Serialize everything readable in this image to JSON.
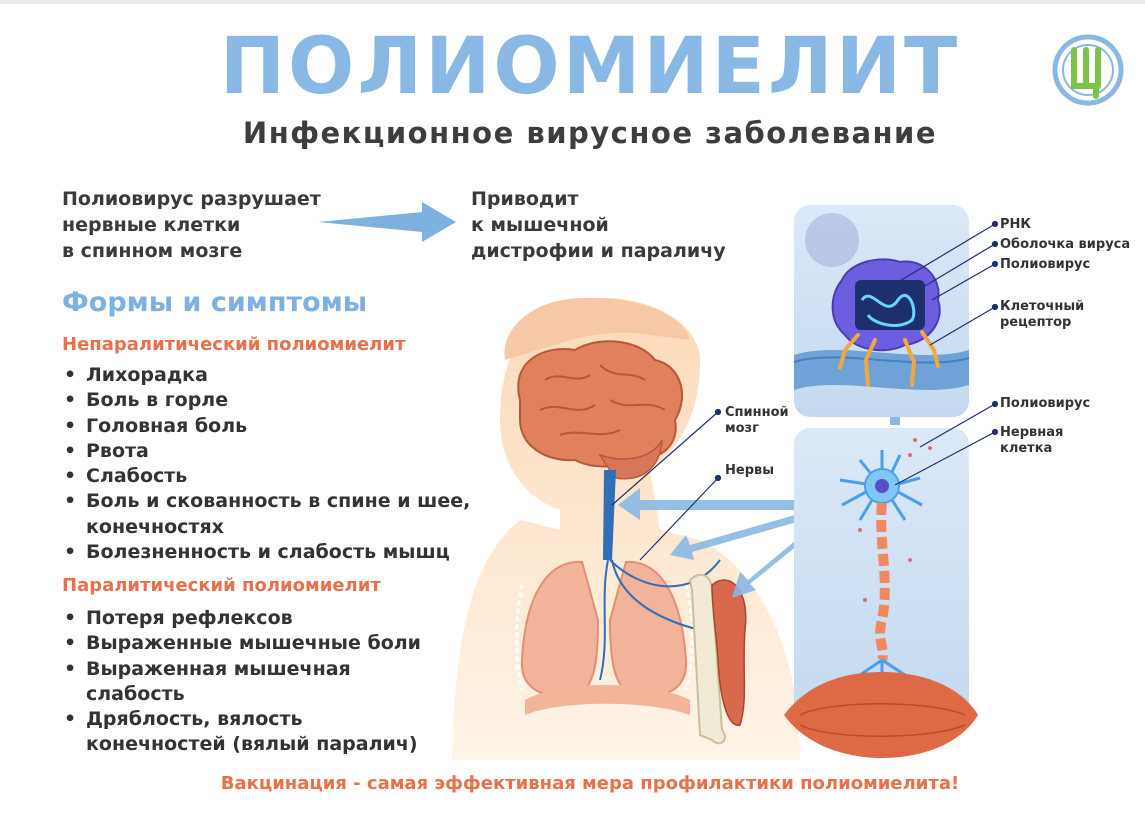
{
  "header": {
    "title": "ПОЛИОМИЕЛИТ",
    "subtitle": "Инфекционное вирусное заболевание"
  },
  "intro": {
    "left": "Полиовирус разрушает\nнервные клетки\nв спинном мозге",
    "right": "Приводит\nк мышечной\nдистрофии и параличу"
  },
  "forms": {
    "title": "Формы и симптомы",
    "nonparalytic": {
      "title": "Непаралитический полиомиелит",
      "items": [
        "Лихорадка",
        "Боль в горле",
        "Головная боль",
        "Рвота",
        "Слабость",
        "Боль и скованность в спине и шее, конечностях",
        "Болезненность и слабость мышц"
      ]
    },
    "paralytic": {
      "title": "Паралитический полиомиелит",
      "items": [
        "Потеря рефлексов",
        "Выраженные мышечные боли",
        "Выраженная мышечная слабость",
        "Дряблость, вялость конечностей (вялый паралич)"
      ]
    }
  },
  "labels": {
    "rna": "РНК",
    "envelope": "Оболочка вируса",
    "poliovirus_top": "Полиовирус",
    "receptor": "Клеточный\nрецептор",
    "spinal_cord": "Спинной\nмозг",
    "nerves": "Нервы",
    "poliovirus_mid": "Полиовирус",
    "nerve_cell": "Нервная\nклетка"
  },
  "footer": {
    "vaccination": "Вакцинация - самая эффективная мера профилактики полиомиелита!"
  },
  "colors": {
    "title_blue": "#8ab8e4",
    "accent_orange": "#e8714a",
    "panel_blue": "#c9ddf2",
    "virus_purple": "#6d5ee0",
    "logo_green": "#7dc24b"
  }
}
